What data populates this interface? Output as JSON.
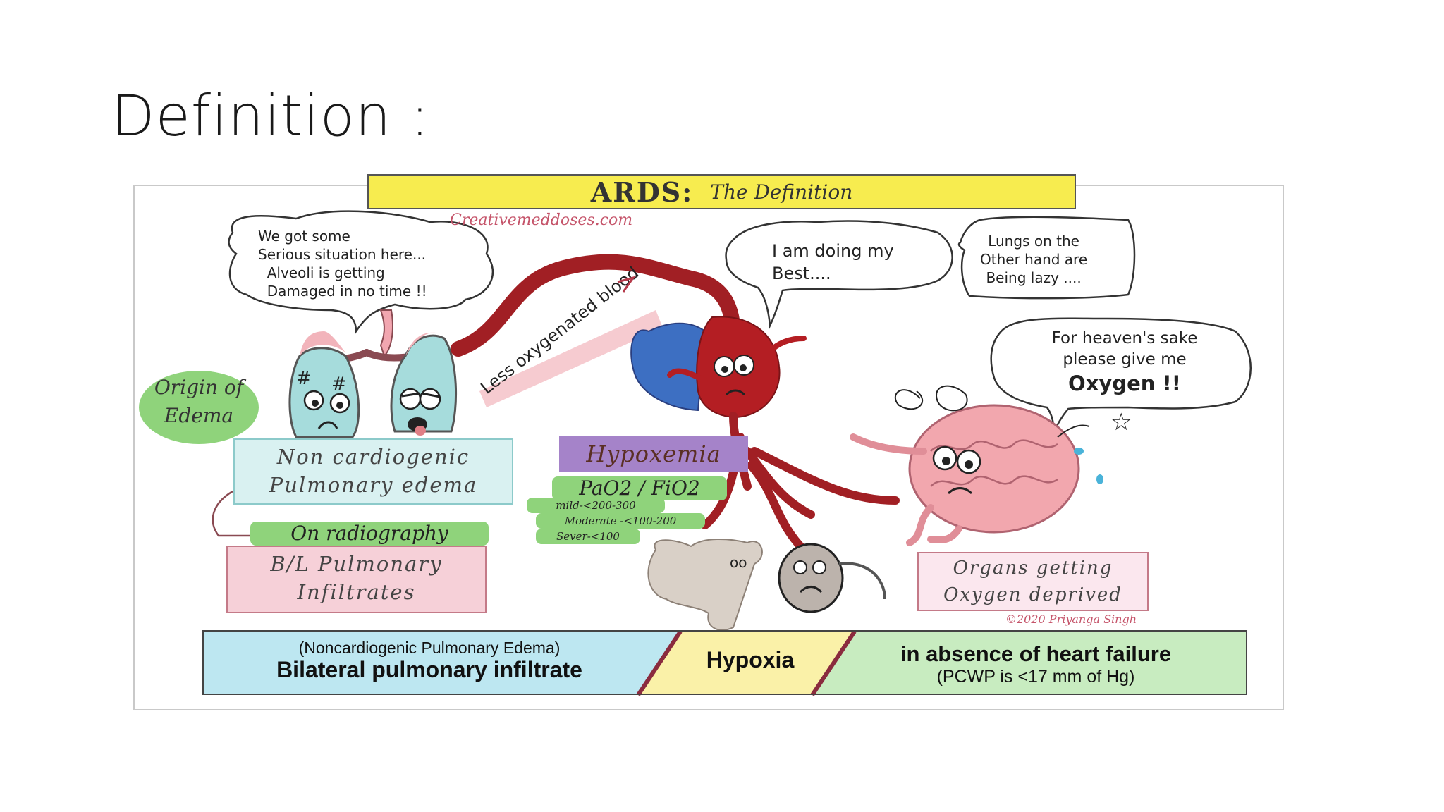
{
  "slide": {
    "title": "Definition :"
  },
  "figure": {
    "banner": {
      "title": "ARDS:",
      "subtitle": "The Definition"
    },
    "website": "Creativemeddoses.com",
    "credit": "©2020 Priyanga Singh",
    "bubbles": {
      "lungs": "We got some\nSerious situation here...\n  Alveoli is getting\n  Damaged in no time !!",
      "heart": "I am doing my\nBest....",
      "lazy": "Lungs on the\nOther hand are\nBeing lazy ....",
      "brain_line1": "For heaven's sake",
      "brain_line2": "please give me",
      "brain_line3": "Oxygen !!"
    },
    "vessel_label": "Less oxygenated blood",
    "origin": {
      "line1": "Origin of",
      "line2": "Edema"
    },
    "noncardio_box": "Non cardiogenic\nPulmonary edema",
    "radiography": "On radiography",
    "infiltrates_box": "B/L Pulmonary\nInfiltrates",
    "hypoxemia": "Hypoxemia",
    "ratio": "PaO2 / FiO2",
    "severity": [
      "mild-<200-300",
      "Moderate -<100-200",
      "Sever-<100"
    ],
    "organs_box": "Organs getting\nOxygen deprived",
    "bottom_bar": {
      "left_small": "(Noncardiogenic Pulmonary Edema)",
      "left_big": "Bilateral pulmonary infiltrate",
      "middle": "Hypoxia",
      "right_big": "in absence of heart failure",
      "right_small": "(PCWP is <17 mm of Hg)"
    }
  }
}
